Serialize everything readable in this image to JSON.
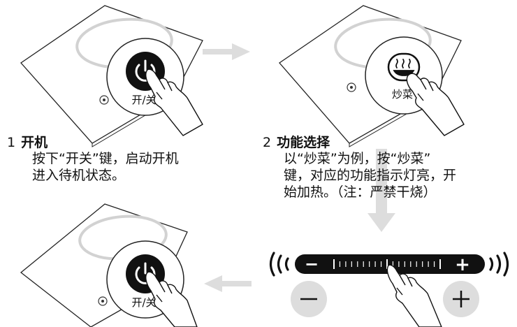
{
  "steps": [
    {
      "number": "1",
      "title": "开机",
      "lines": [
        "按下“开关”键，启动开机",
        "进入待机状态。"
      ]
    },
    {
      "number": "2",
      "title": "功能选择",
      "lines": [
        "以“炒菜”为例，按“炒菜”",
        "键，对应的功能指示灯亮，开",
        "始加热。（注：严禁干烧）"
      ]
    }
  ],
  "buttons": {
    "power_label": "开/关",
    "stir_fry_label": "炒菜"
  },
  "slider": {
    "minus_symbol": "−",
    "plus_symbol": "+"
  },
  "colors": {
    "ink": "#111111",
    "arrow": "#dddddd",
    "panel": "#ffffff"
  }
}
